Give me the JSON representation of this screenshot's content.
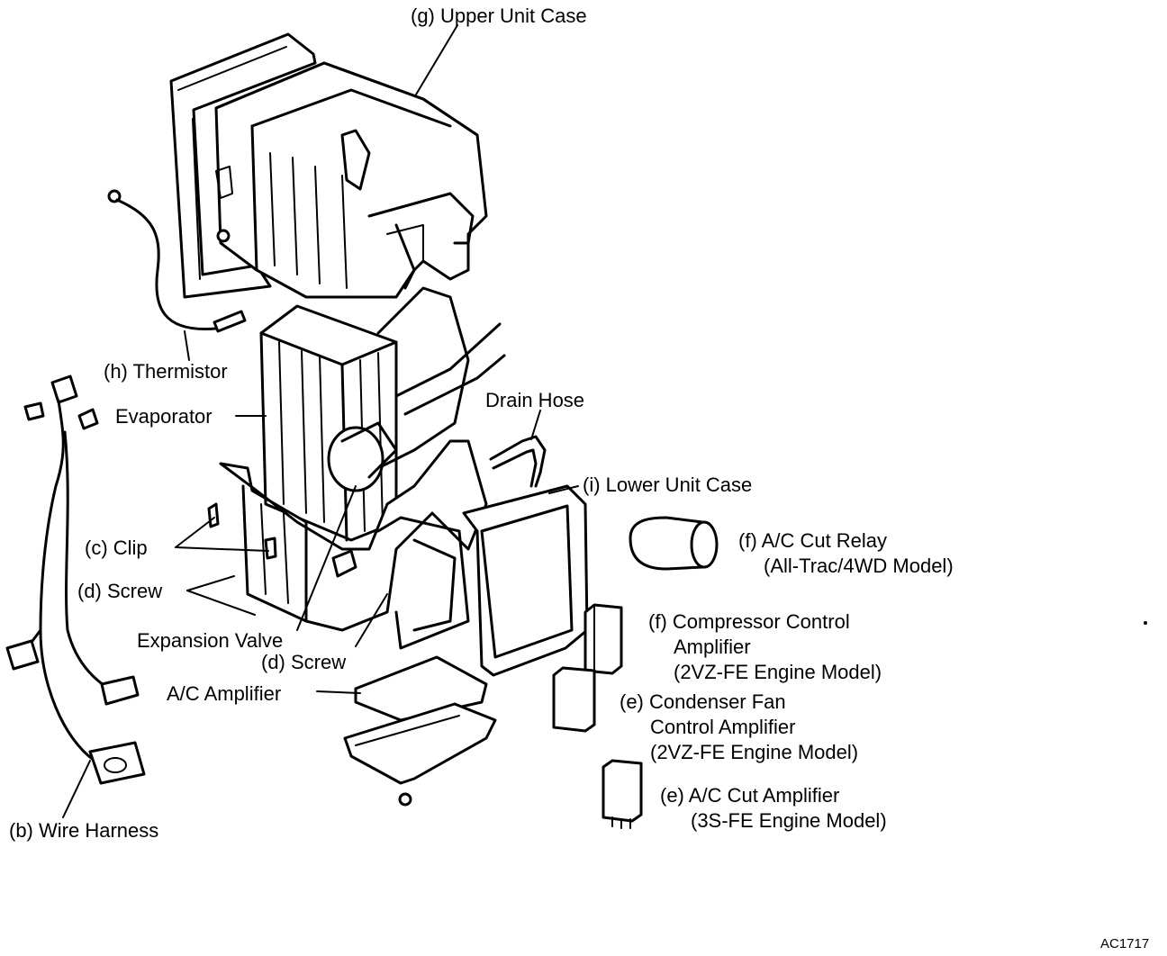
{
  "labels": {
    "upper_unit_case": "(g) Upper Unit Case",
    "thermistor": "(h) Thermistor",
    "evaporator": "Evaporator",
    "drain_hose": "Drain Hose",
    "lower_unit_case": "(i) Lower Unit Case",
    "clip": "(c) Clip",
    "screw_left": "(d) Screw",
    "expansion_valve": "Expansion Valve",
    "screw_center": "(d) Screw",
    "ac_amplifier": "A/C Amplifier",
    "wire_harness": "(b) Wire Harness",
    "ac_cut_relay": [
      "(f) A/C Cut Relay",
      "(All-Trac/4WD Model)"
    ],
    "compressor_control_amplifier": [
      "(f) Compressor Control",
      "Amplifier",
      "(2VZ-FE Engine Model)"
    ],
    "condenser_fan_control_amplifier": [
      "(e) Condenser Fan",
      "Control Amplifier",
      "(2VZ-FE Engine Model)"
    ],
    "ac_cut_amplifier": [
      "(e) A/C Cut Amplifier",
      "(3S-FE Engine Model)"
    ]
  },
  "figure_code": "AC1717"
}
